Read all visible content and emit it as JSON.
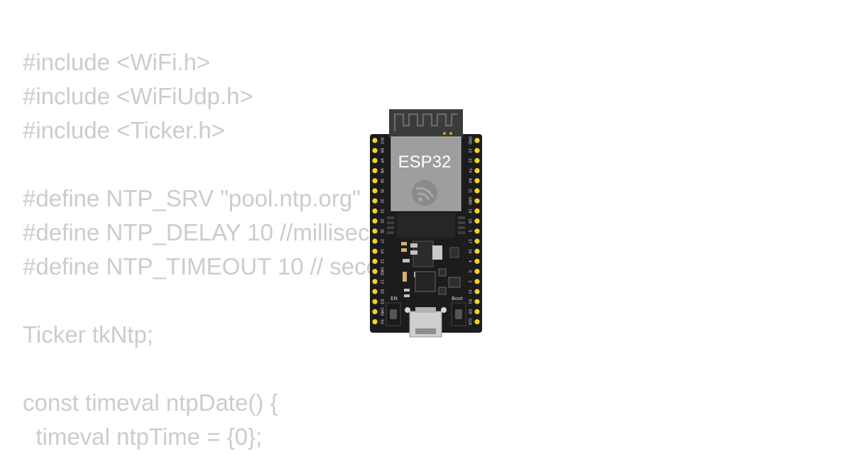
{
  "code_lines": [
    "#include <WiFi.h>",
    "#include <WiFiUdp.h>",
    "#include <Ticker.h>",
    "",
    "#define NTP_SRV \"pool.ntp.org\"",
    "#define NTP_DELAY 10 //millisec",
    "#define NTP_TIMEOUT 10 // seco",
    "",
    "Ticker tkNtp;",
    "",
    "const timeval ntpDate() {",
    "  timeval ntpTime = {0};"
  ],
  "board": {
    "module_label": "ESP32",
    "button_left_label": "EN",
    "button_right_label": "Boot",
    "left_pins": [
      "3V3",
      "EN",
      "VP",
      "VN",
      "34",
      "35",
      "32",
      "33",
      "25",
      "26",
      "27",
      "14",
      "12",
      "GND",
      "13",
      "D2",
      "D3",
      "CMD",
      "5V"
    ],
    "right_pins": [
      "GND",
      "23",
      "22",
      "TX",
      "RX",
      "21",
      "GND",
      "19",
      "18",
      "5",
      "17",
      "16",
      "4",
      "0",
      "2",
      "15",
      "D1",
      "D0",
      "CLK"
    ],
    "colors": {
      "pcb": "#1a1a1a",
      "pin": "#f5d31f",
      "module_shield": "#9e9e9e",
      "module_antenna": "#3a3a3a"
    }
  }
}
